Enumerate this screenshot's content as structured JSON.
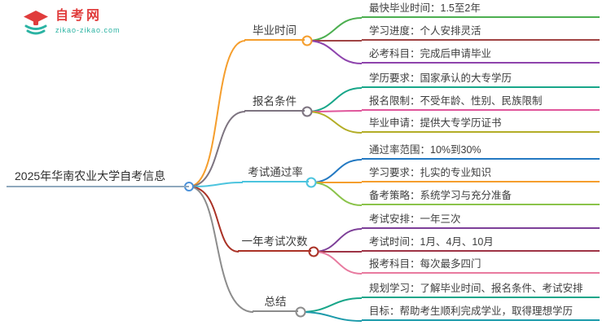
{
  "logo": {
    "title": "自考网",
    "subtitle": "zikao-zikao.com",
    "brand_red": "#e03c3c",
    "brand_teal": "#2bb3a3"
  },
  "root": {
    "label": "2025年华南农业大学自考信息",
    "underline_color": "#8fa8bd",
    "circle_color": "#4a90d9"
  },
  "branches": [
    {
      "label": "毕业时间",
      "color": "#f59e2d",
      "children": [
        {
          "text": "最快毕业时间：1.5至2年",
          "color": "#4caf50"
        },
        {
          "text": "学习进度：个人安排灵活",
          "color": "#a04343"
        },
        {
          "text": "必考科目：完成后申请毕业",
          "color": "#8e44ad"
        }
      ]
    },
    {
      "label": "报名条件",
      "color": "#7d7480",
      "children": [
        {
          "text": "学历要求：国家承认的大专学历",
          "color": "#18a689"
        },
        {
          "text": "报名限制：不受年龄、性别、民族限制",
          "color": "#e0569b"
        },
        {
          "text": "毕业申请：提供大专学历证书",
          "color": "#b3ad26"
        }
      ]
    },
    {
      "label": "考试通过率",
      "color": "#4cc4de",
      "children": [
        {
          "text": "通过率范围：10%到30%",
          "color": "#2379c2"
        },
        {
          "text": "学习要求：扎实的专业知识",
          "color": "#f59e2d"
        },
        {
          "text": "备考策略：系统学习与充分准备",
          "color": "#8bc34a"
        }
      ]
    },
    {
      "label": "一年考试次数",
      "color": "#aa3226",
      "children": [
        {
          "text": "考试安排：一年三次",
          "color": "#7d3f98"
        },
        {
          "text": "考试时间：1月、4月、10月",
          "color": "#9e3345"
        },
        {
          "text": "报考科目：每次最多四门",
          "color": "#e87a9f"
        }
      ]
    },
    {
      "label": "总结",
      "color": "#8c8c8c",
      "children": [
        {
          "text": "规划学习：了解毕业时间、报名条件、考试安排",
          "color": "#18a689"
        },
        {
          "text": "目标：帮助考生顺利完成学业，取得理想学历",
          "color": "#1b9aaa"
        }
      ]
    }
  ]
}
